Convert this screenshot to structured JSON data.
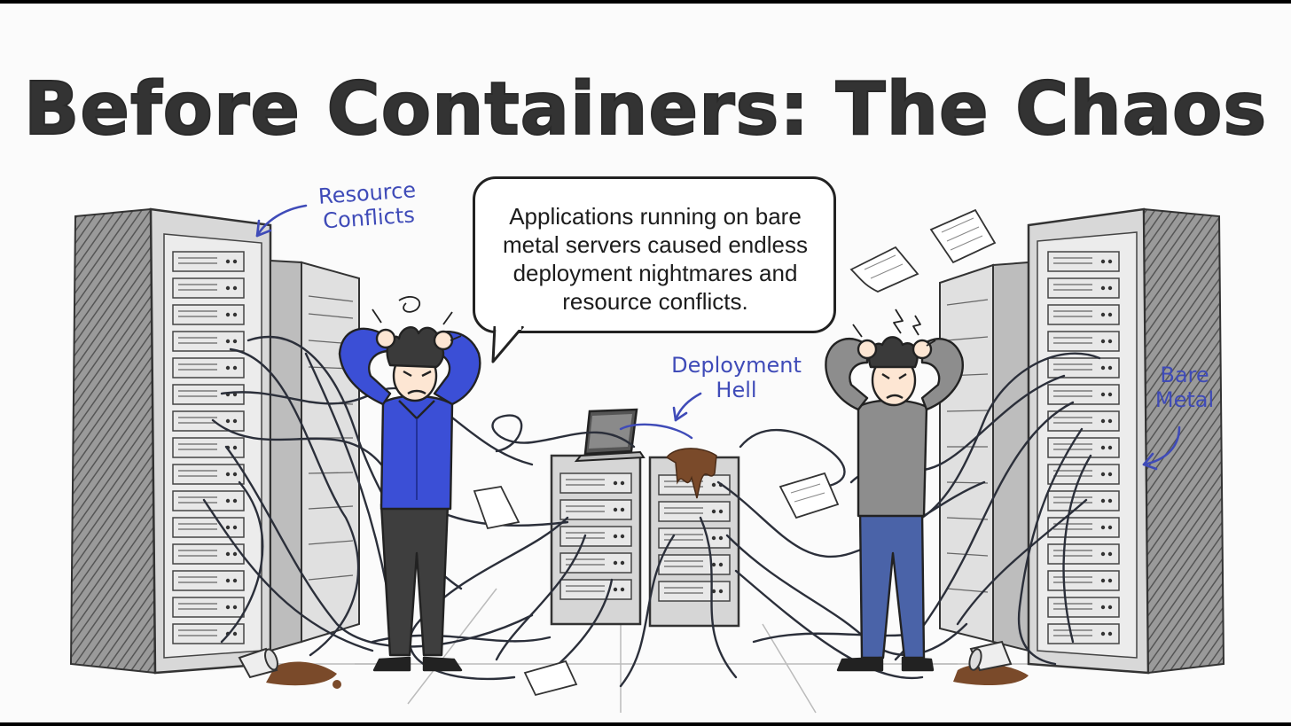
{
  "title": "Before Containers: The Chaos",
  "speech_bubble": "Applications running on bare metal servers caused endless deployment nightmares and resource conflicts.",
  "annotations": {
    "resource_conflicts": "Resource Conflicts",
    "deployment_hell": "Deployment Hell",
    "bare_metal": "Bare Metal"
  },
  "colors": {
    "annotation": "#3f4bb8",
    "shirt_left": "#3b4fd6",
    "shirt_right": "#8d8d8d",
    "jeans_right": "#4a63a8",
    "coffee": "#7a4a2a"
  }
}
